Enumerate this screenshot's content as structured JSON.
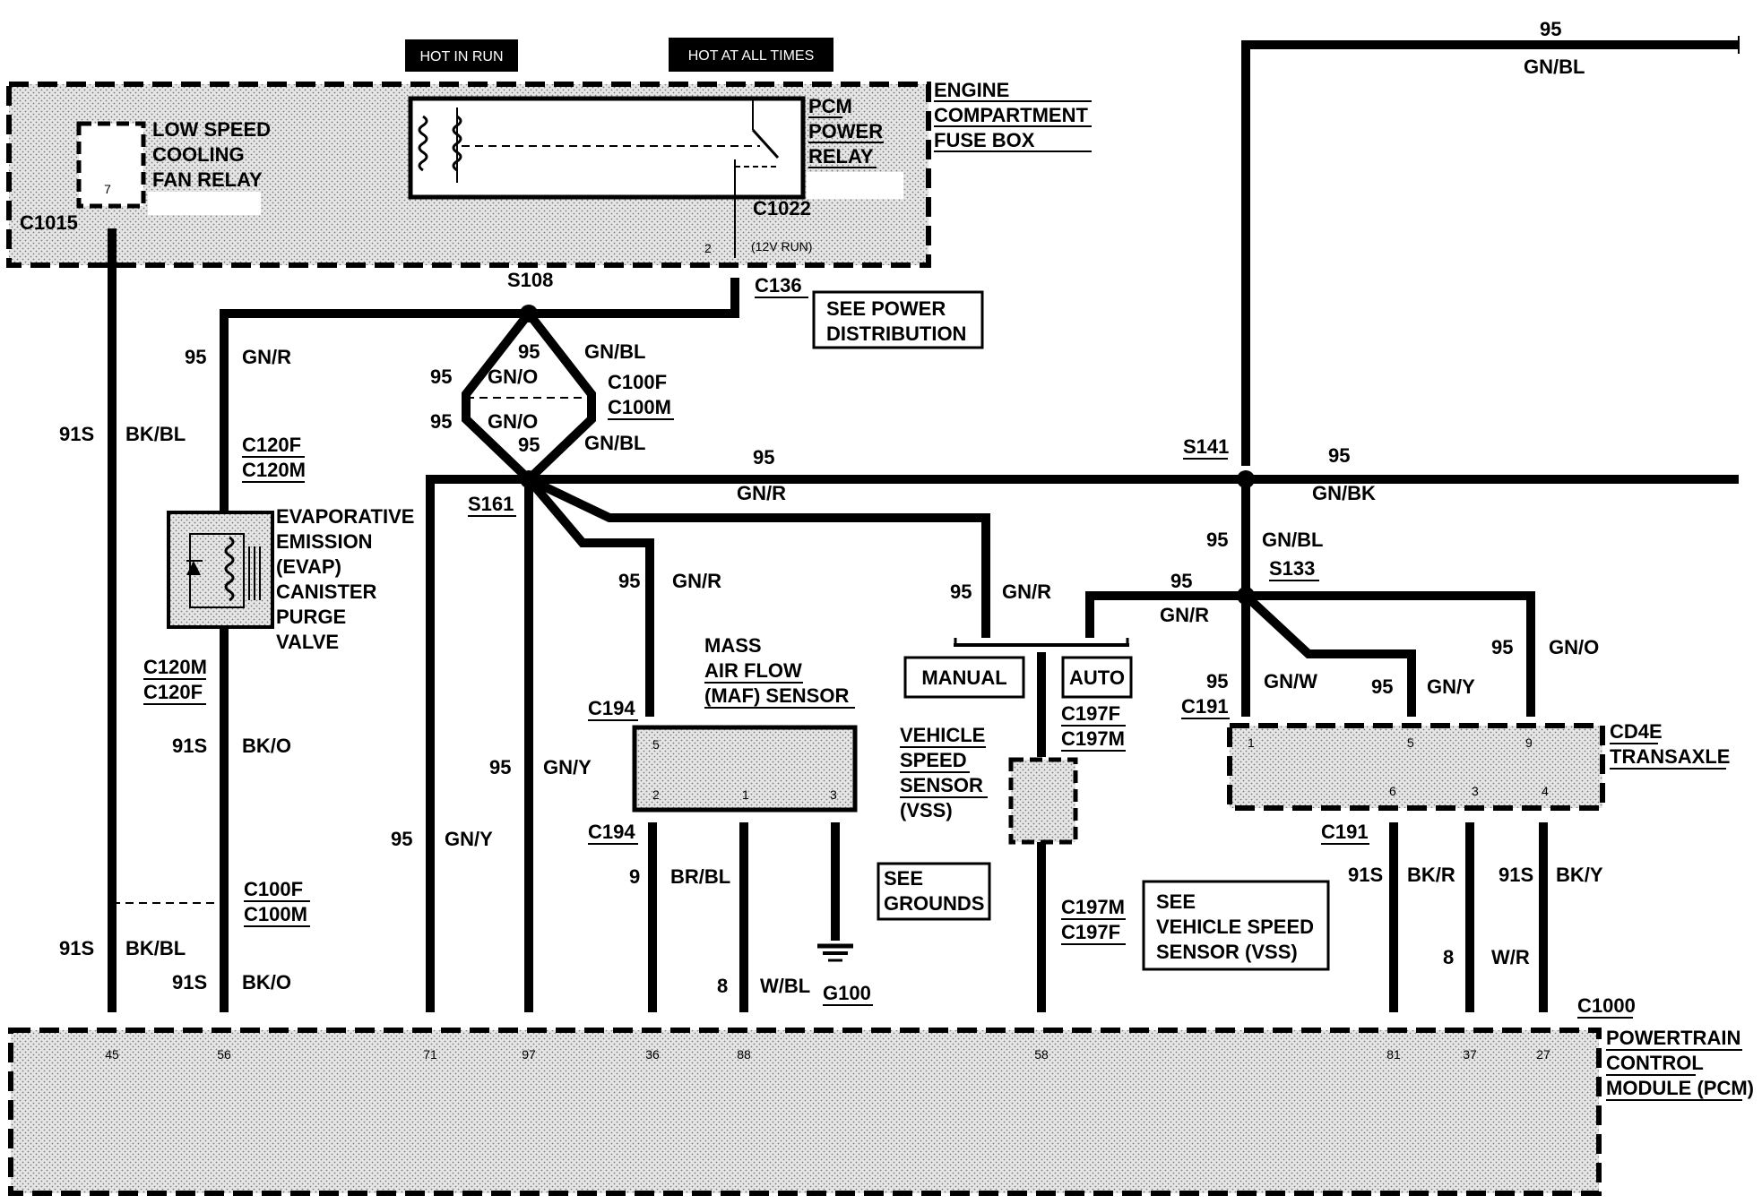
{
  "headers": {
    "hot_in_run": "HOT IN RUN",
    "hot_at_all_times": "HOT AT ALL TIMES"
  },
  "fuse_box": {
    "l1": "ENGINE",
    "l2": "COMPARTMENT",
    "l3": "FUSE BOX"
  },
  "cooling_relay": {
    "l1": "LOW SPEED",
    "l2": "COOLING",
    "l3": "FAN RELAY",
    "pin": "7",
    "connector": "C1015"
  },
  "pcm_relay": {
    "l1": "PCM",
    "l2": "POWER",
    "l3": "RELAY",
    "connector": "C1022",
    "pin": "2",
    "note": "(12V RUN)"
  },
  "splices": {
    "s108": "S108",
    "s161": "S161",
    "s141": "S141",
    "s133": "S133"
  },
  "connectors": {
    "c136": "C136",
    "c100f": "C100F",
    "c100m": "C100M",
    "c120f": "C120F",
    "c120m": "C120M",
    "c194": "C194",
    "c197f": "C197F",
    "c197m": "C197M",
    "c191": "C191",
    "c1000": "C1000"
  },
  "see_power": {
    "l1": "SEE POWER",
    "l2": "DISTRIBUTION"
  },
  "evap": {
    "l1": "EVAPORATIVE",
    "l2": "EMISSION",
    "l3": "(EVAP)",
    "l4": "CANISTER",
    "l5": "PURGE",
    "l6": "VALVE"
  },
  "maf": {
    "l1": "MASS",
    "l2": "AIR FLOW",
    "l3": "(MAF) SENSOR",
    "pin5": "5",
    "pin2": "2",
    "pin1": "1",
    "pin3": "3"
  },
  "manual": "MANUAL",
  "auto": "AUTO",
  "vss": {
    "l1": "VEHICLE",
    "l2": "SPEED",
    "l3": "SENSOR",
    "l4": "(VSS)"
  },
  "see_grounds": {
    "l1": "SEE",
    "l2": "GROUNDS"
  },
  "see_vss": {
    "l1": "SEE",
    "l2": "VEHICLE SPEED",
    "l3": "SENSOR (VSS)"
  },
  "ground": "G100",
  "transaxle": {
    "l1": "CD4E",
    "l2": "TRANSAXLE",
    "p1": "1",
    "p5": "5",
    "p9": "9",
    "p6": "6",
    "p3": "3",
    "p4": "4"
  },
  "pcm": {
    "l1": "POWERTRAIN",
    "l2": "CONTROL",
    "l3": "MODULE (PCM)"
  },
  "pcm_pins": [
    "45",
    "56",
    "71",
    "97",
    "36",
    "88",
    "58",
    "81",
    "37",
    "27"
  ],
  "circuits": {
    "c95": "95",
    "c91s": "91S",
    "c9": "9",
    "c8": "8",
    "gn_bl": "GN/BL",
    "gn_r": "GN/R",
    "gn_o": "GN/O",
    "gn_y": "GN/Y",
    "gn_bk": "GN/BK",
    "gn_w": "GN/W",
    "bk_bl": "BK/BL",
    "bk_o": "BK/O",
    "br_bl": "BR/BL",
    "w_bl": "W/BL",
    "bk_r": "BK/R",
    "bk_y": "BK/Y",
    "w_r": "W/R"
  }
}
